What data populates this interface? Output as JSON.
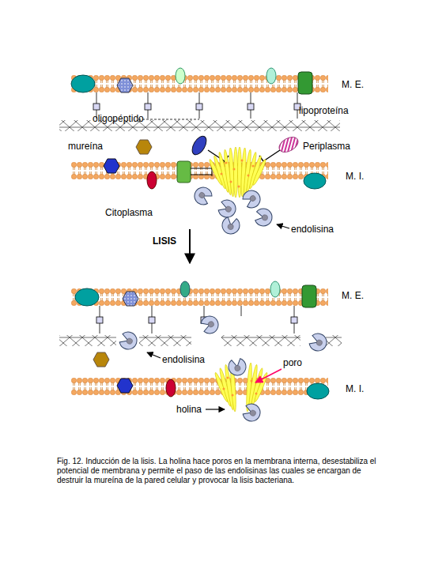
{
  "diagram": {
    "caption": "Fig. 12. Inducción de la lisis. La holina hace poros en la membrana interna, desestabiliza el potencial de membrana y permite el paso de las endolisinas las cuales se encargan de destruir la mureína de la pared celular y provocar la lisis bacteriana.",
    "labels": [
      "M. E.",
      "lipoproteína",
      "oligopéptido",
      "mureína",
      "Periplasma",
      "M. I.",
      "Citoplasma",
      "endolisina",
      "LISIS",
      "M. E.",
      "endolisina",
      "poro",
      "M. I.",
      "holina"
    ]
  }
}
